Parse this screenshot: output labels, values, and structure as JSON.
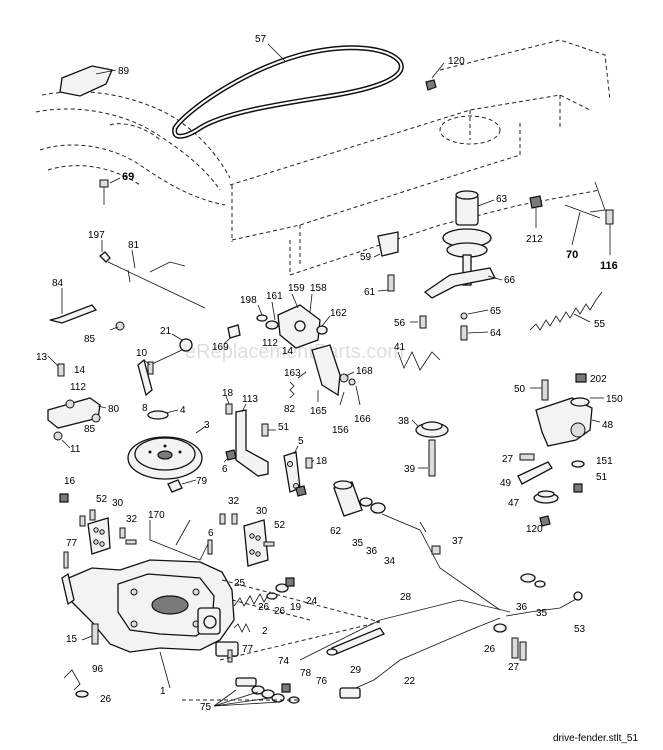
{
  "diagram": {
    "watermark": "eReplacementParts.com",
    "caption": "drive-fender.stlt_51",
    "callouts": {
      "c57": "57",
      "c120a": "120",
      "c89": "89",
      "c69": "69",
      "c63": "63",
      "c212": "212",
      "c70": "70",
      "c116": "116",
      "c197": "197",
      "c81": "81",
      "c59": "59",
      "c66": "66",
      "c61": "61",
      "c84": "84",
      "c198": "198",
      "c161": "161",
      "c159": "159",
      "c158": "158",
      "c162": "162",
      "c65": "65",
      "c55": "55",
      "c85a": "85",
      "c21": "21",
      "c169": "169",
      "c14a": "14",
      "c112a": "112",
      "c56": "56",
      "c64": "64",
      "c10": "10",
      "c41": "41",
      "c13": "13",
      "c14b": "14",
      "c163": "163",
      "c168": "168",
      "c112b": "112",
      "c80": "80",
      "c82": "82",
      "c165": "165",
      "c156": "156",
      "c166": "166",
      "c50": "50",
      "c202": "202",
      "c150": "150",
      "c8": "8",
      "c18a": "18",
      "c113": "113",
      "c4": "4",
      "c85b": "85",
      "c3": "3",
      "c51a": "51",
      "c38": "38",
      "c48": "48",
      "c11": "11",
      "c5": "5",
      "c27a": "27",
      "c6a": "6",
      "c18b": "18",
      "c151": "151",
      "c79": "79",
      "c51b": "51",
      "c39": "39",
      "c49": "49",
      "c16": "16",
      "c47": "47",
      "c52a": "52",
      "c30a": "30",
      "c32a": "32",
      "c30b": "30",
      "c62": "62",
      "c170": "170",
      "c52b": "52",
      "c120b": "120",
      "c32b": "32",
      "c35a": "35",
      "c36a": "36",
      "c37": "37",
      "c77a": "77",
      "c6b": "6",
      "c34": "34",
      "c25": "25",
      "c24": "24",
      "c26a": "26",
      "c19": "19",
      "c28": "28",
      "c36b": "36",
      "c35b": "35",
      "c2": "2",
      "c53": "53",
      "c15": "15",
      "c77b": "77",
      "c74": "74",
      "c29": "29",
      "c26b": "26",
      "c27b": "27",
      "c96": "96",
      "c1": "1",
      "c78": "78",
      "c22": "22",
      "c76": "76",
      "c26c": "26",
      "c75": "75"
    }
  }
}
